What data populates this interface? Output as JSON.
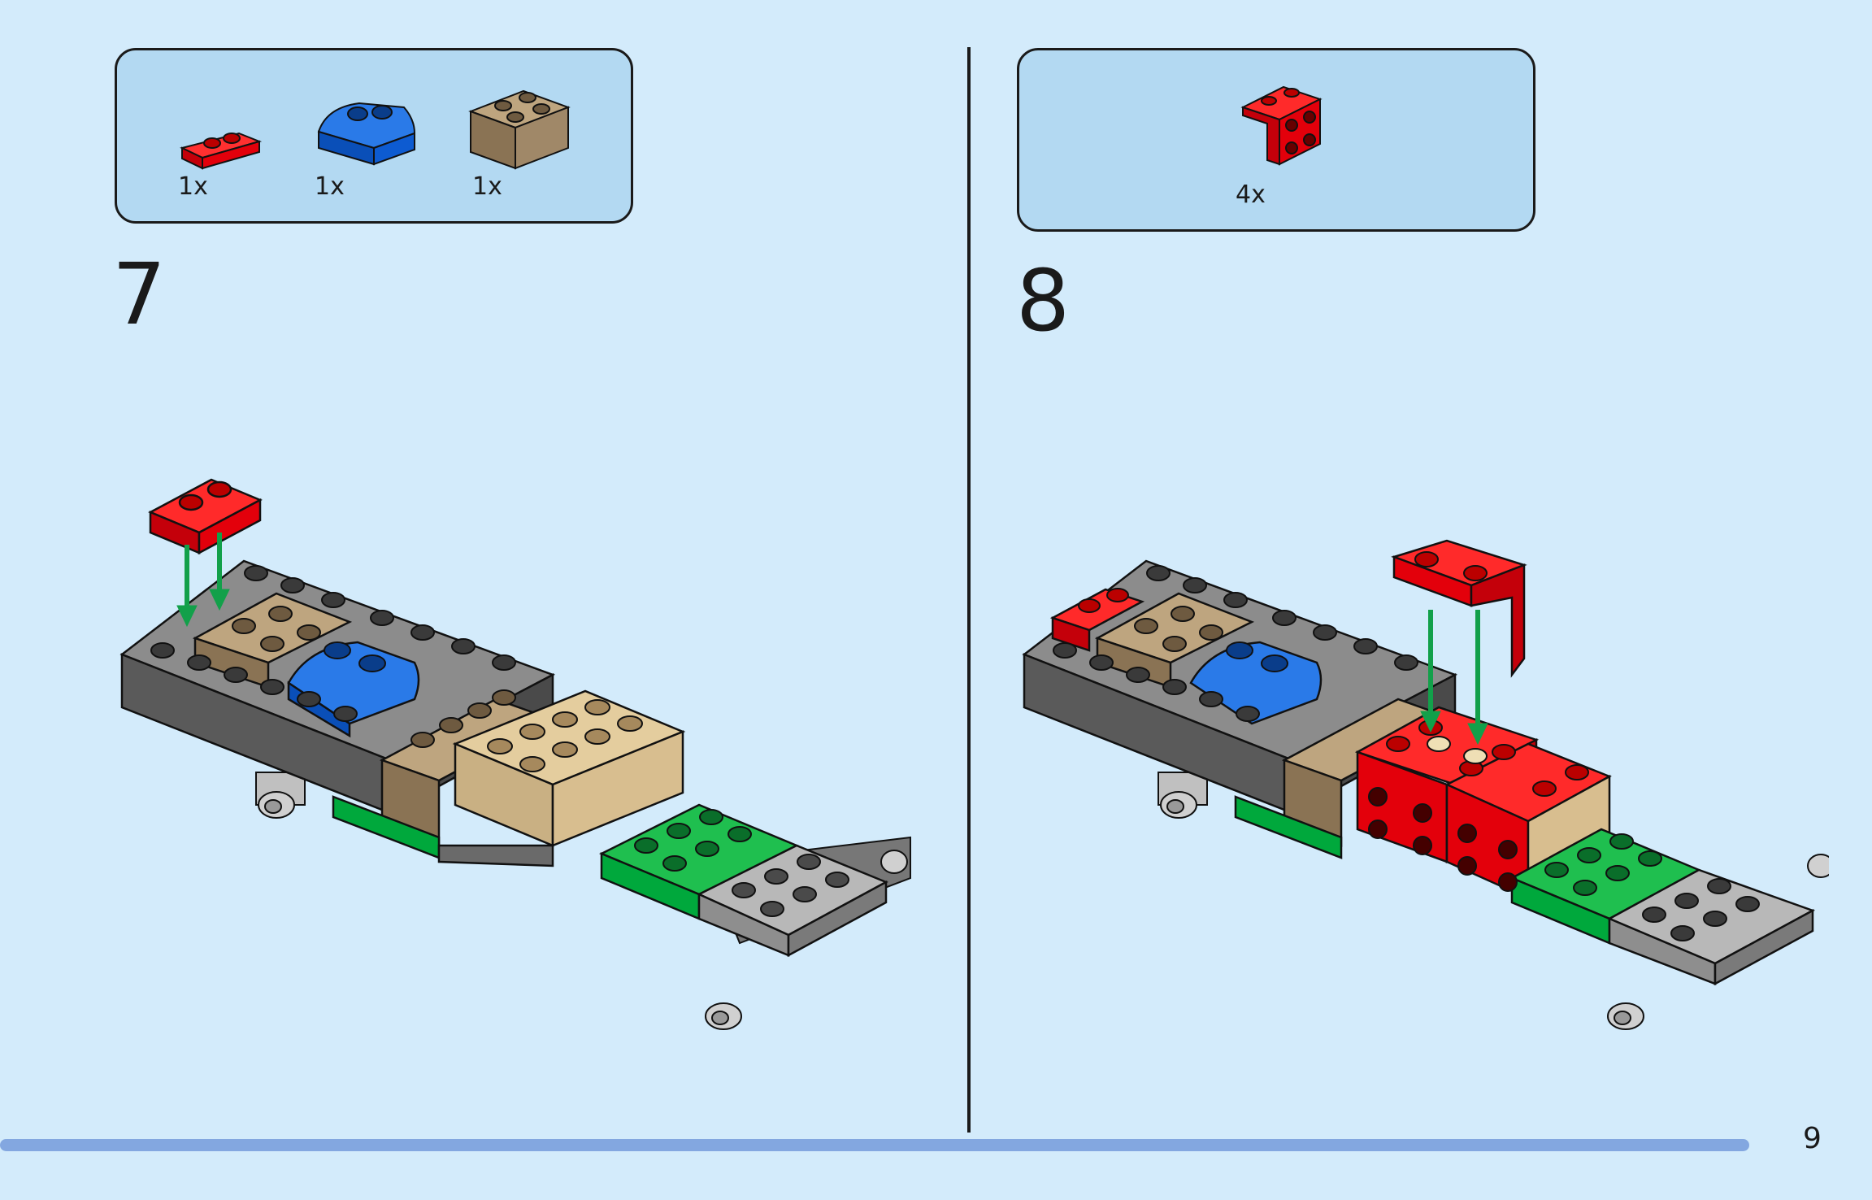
{
  "step7": {
    "number": "7",
    "parts": [
      {
        "icon": "red-1x2-plate-icon",
        "qty": "1x"
      },
      {
        "icon": "blue-curved-brick-icon",
        "qty": "1x"
      },
      {
        "icon": "tan-2x2-brick-icon",
        "qty": "1x"
      }
    ]
  },
  "step8": {
    "number": "8",
    "parts": [
      {
        "icon": "red-bracket-icon",
        "qty": "4x"
      }
    ]
  },
  "page": {
    "number": "9"
  },
  "colors": {
    "background": "#d3ebfb",
    "panel": "#b3d9f2",
    "progress": "#83a7e0",
    "red": "#e3000b",
    "blue": "#0d5bd1",
    "tan": "#a08868",
    "lighttan": "#e4cd9e",
    "green": "#00a83c",
    "darkgray": "#5a5a5a",
    "lightgray": "#a6a6a6"
  }
}
